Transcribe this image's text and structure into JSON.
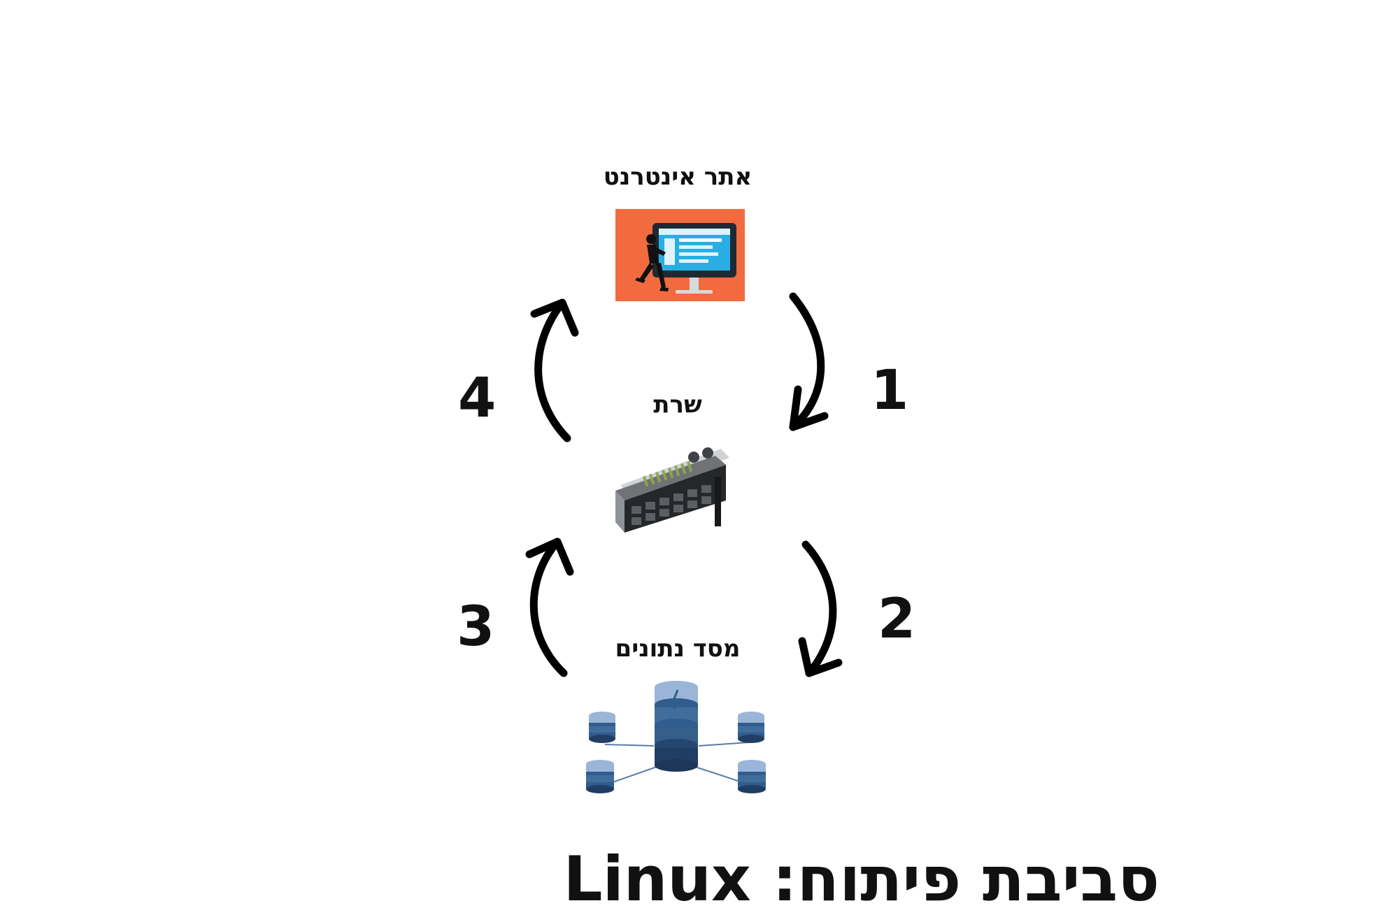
{
  "diagram": {
    "title": "סביבת פיתוח: Linux",
    "nodes": {
      "website": {
        "label": "אתר אינטרנט",
        "icon": "website-icon"
      },
      "server": {
        "label": "שרת",
        "icon": "server-icon"
      },
      "database": {
        "label": "מסד נתונים",
        "icon": "database-icon"
      }
    },
    "steps": [
      {
        "number": "1",
        "from": "website",
        "to": "server"
      },
      {
        "number": "2",
        "from": "server",
        "to": "database"
      },
      {
        "number": "3",
        "from": "database",
        "to": "server"
      },
      {
        "number": "4",
        "from": "server",
        "to": "website"
      }
    ],
    "colors": {
      "text": "#111111",
      "arrow": "#000000",
      "website_background": "#f26b3f",
      "monitor_screen": "#29aee4",
      "database_blue": "#2f5d8c",
      "server_metal": "#b7b9bc"
    }
  }
}
